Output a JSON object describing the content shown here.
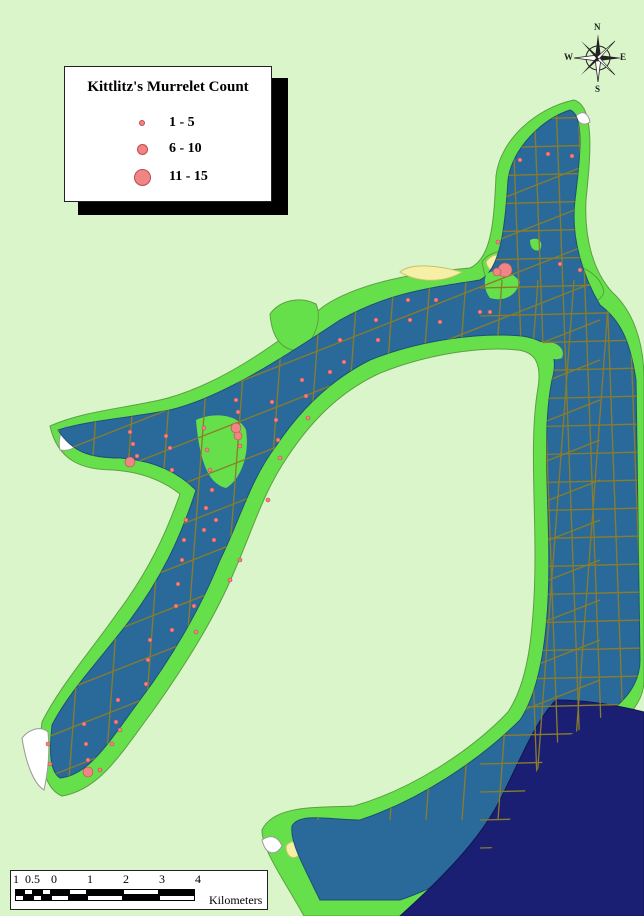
{
  "legend": {
    "title": "Kittlitz's Murrelet Count",
    "classes": [
      {
        "label": "1 - 5",
        "size": "small"
      },
      {
        "label": "6 - 10",
        "size": "medium"
      },
      {
        "label": "11 - 15",
        "size": "large"
      }
    ]
  },
  "scalebar": {
    "ticks": [
      "1",
      "0.5",
      "0",
      "1",
      "2",
      "3",
      "4"
    ],
    "units": "Kilometers"
  },
  "north_arrow": {
    "n": "N",
    "s": "S",
    "e": "E",
    "w": "W"
  },
  "colors": {
    "land": "#d9f5c9",
    "shore_green": "#66e04a",
    "shallow_water": "#2a6a9a",
    "deep_water": "#1a1f74",
    "tidal_flat": "#f5f0a6",
    "glacier": "#ffffff",
    "transect": "#8a7d2a",
    "sighting": "#f08585"
  }
}
